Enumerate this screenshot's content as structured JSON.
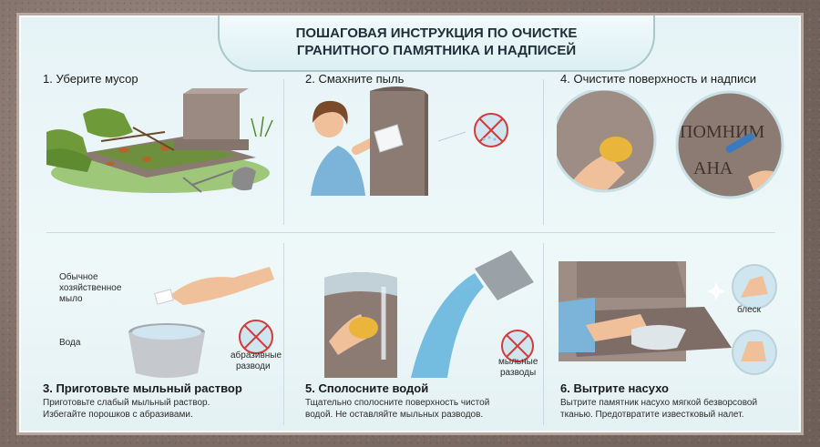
{
  "header": {
    "title_line1": "ПОШАГОВАЯ ИНСТРУКЦИЯ ПО ОЧИСТКЕ",
    "title_line2": "ГРАНИТНОГО ПАМЯТНИКА И НАДПИСЕЙ"
  },
  "steps": {
    "s1": {
      "title": "1. Уберите мусор"
    },
    "s2": {
      "title": "2. Смахните пыль"
    },
    "s4": {
      "title": "4. Очистите поверхность и надписи",
      "engraving_line1": "ПОМНИМ",
      "engraving_line2": "АНА"
    },
    "s3": {
      "title": "3. Приготовьте мыльный раствор",
      "desc_line1": "Приготовьте слабый мыльный раствор.",
      "desc_line2": "Избегайте порошков с абразивами.",
      "label_soap_1": "Обычное",
      "label_soap_2": "хозяйственное",
      "label_soap_3": "мыло",
      "label_water": "Вода",
      "label_abrasive_1": "абразивные",
      "label_abrasive_2": "разводи"
    },
    "s5": {
      "title": "5. Сполосните водой",
      "desc_line1": "Тщательно сполосните поверхность чистой",
      "desc_line2": "водой. Не оставляйте мыльных разводов.",
      "label_soap_1": "мыльные",
      "label_soap_2": "разводы"
    },
    "s6": {
      "title": "6. Вытрите насухо",
      "desc_line1": "Вытрите памятник насухо мягкой безворсовой",
      "desc_line2": "тканью. Предотвратите известковый налет.",
      "label_shine": "блеск"
    }
  },
  "colors": {
    "granite": "#8c7b73",
    "panel_bg": "#e9f5f7",
    "prohibit_red": "#d33a3a",
    "water_blue": "#5fb3dd",
    "sponge_yellow": "#e9b63b",
    "glove_green": "#6f9a3a",
    "skin": "#f0c09a"
  }
}
